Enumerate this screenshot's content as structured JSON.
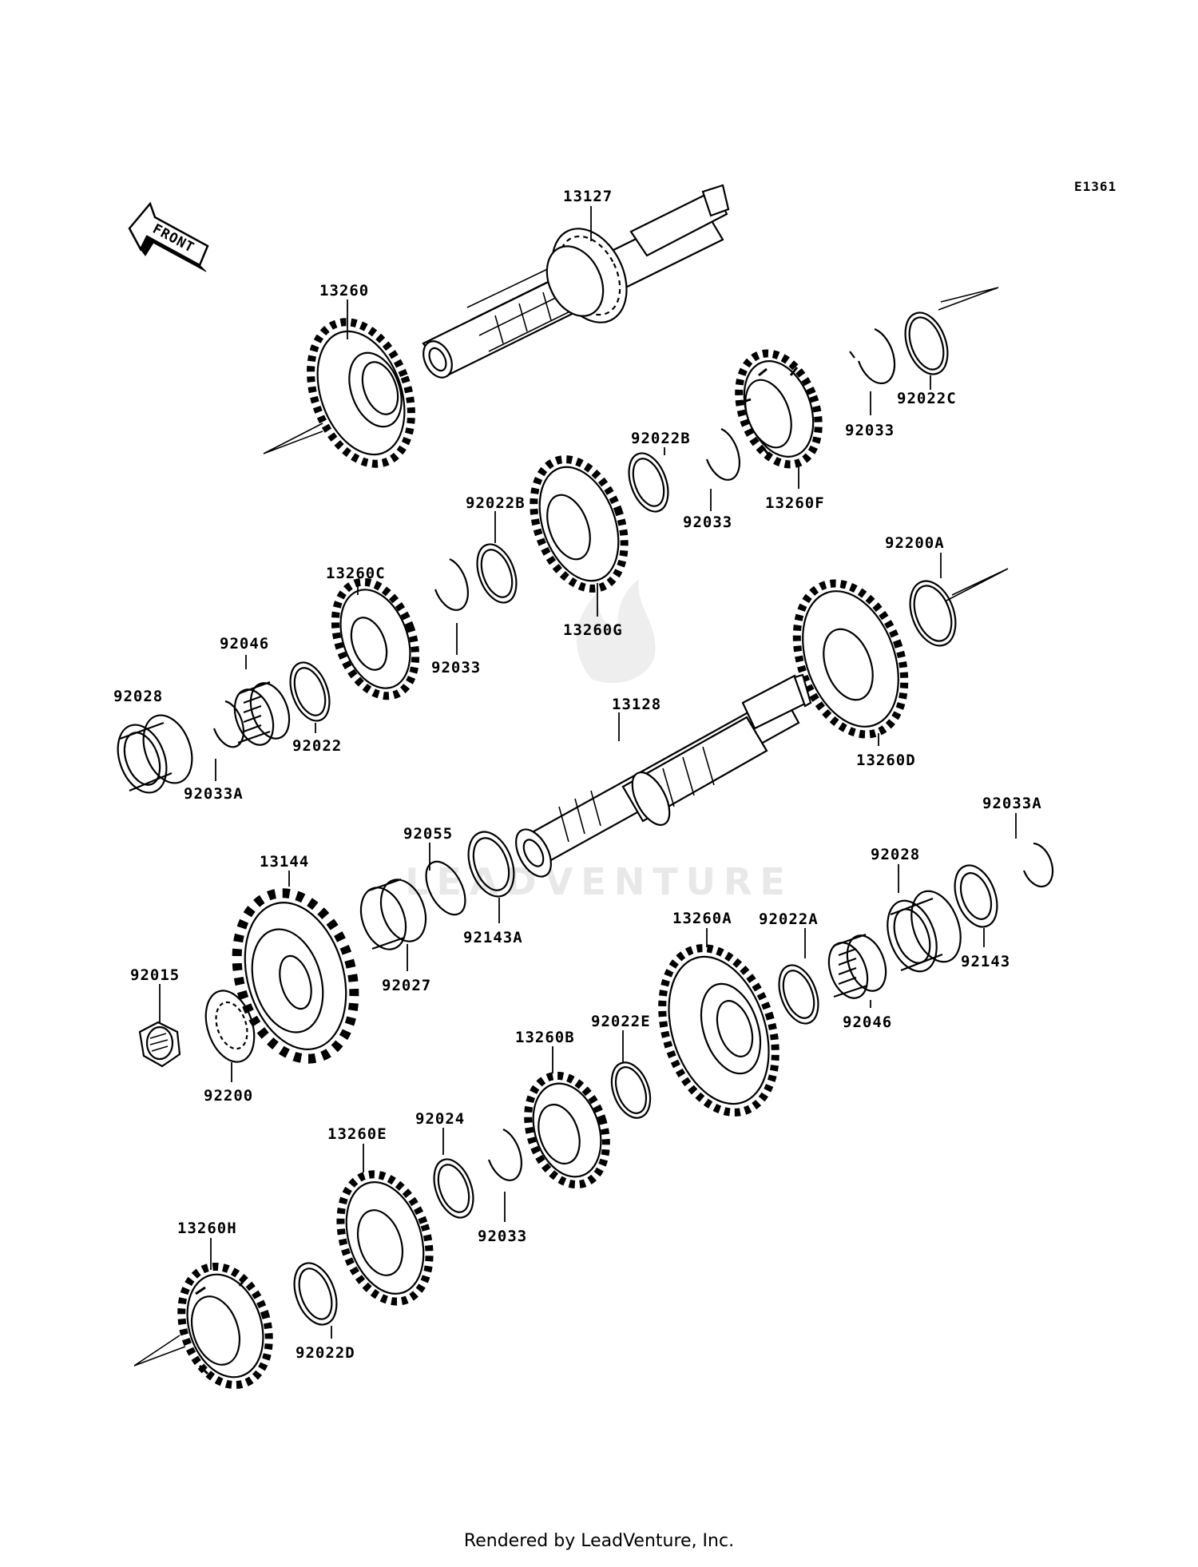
{
  "diagram_code": "E1361",
  "front_label": "FRONT",
  "watermark": "LEADVENTURE",
  "footer": "Rendered by LeadVenture, Inc.",
  "parts": {
    "p13127": "13127",
    "p13260": "13260",
    "p92022C": "92022C",
    "p92033_a": "92033",
    "p13260F": "13260F",
    "p92022B_a": "92022B",
    "p92033_b": "92033",
    "p92022B_b": "92022B",
    "p13260G": "13260G",
    "p13260C": "13260C",
    "p92033_c": "92033",
    "p92046_a": "92046",
    "p92028_a": "92028",
    "p92022": "92022",
    "p92033A_a": "92033A",
    "p92200A": "92200A",
    "p13128": "13128",
    "p13260D": "13260D",
    "p92033A_b": "92033A",
    "p92055": "92055",
    "p13144": "13144",
    "p92143A": "92143A",
    "p92028_b": "92028",
    "p92027": "92027",
    "p13260A": "13260A",
    "p92022A": "92022A",
    "p92143": "92143",
    "p92015": "92015",
    "p92046_b": "92046",
    "p92200": "92200",
    "p13260B": "13260B",
    "p92022E": "92022E",
    "p13260E": "13260E",
    "p92024": "92024",
    "p92033_d": "92033",
    "p13260H": "13260H",
    "p92022D": "92022D"
  }
}
